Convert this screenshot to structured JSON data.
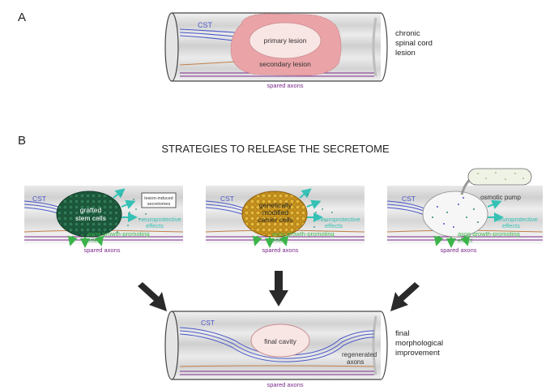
{
  "panel_a": {
    "letter": "A",
    "cst": "CST",
    "primary_lesion": "primary lesion",
    "secondary_lesion": "secondary lesion",
    "spared_axons": "spared axons",
    "side_label": [
      "chronic",
      "spinal cord",
      "lesion"
    ]
  },
  "panel_b": {
    "letter": "B",
    "title": "STRATEGIES TO RELEASE THE SECRETOME",
    "left": {
      "cst": "CST",
      "cells": [
        "grafted",
        "stem cells"
      ],
      "box_label": [
        "lesion-induced",
        "secretomes"
      ],
      "neuro": [
        "neuroprotective",
        "effects"
      ],
      "axon": [
        "axon growth-promoting",
        "effect"
      ],
      "spared": "spared axons"
    },
    "middle": {
      "cst": "CST",
      "cells": [
        "genetically",
        "modified",
        "carrier cells"
      ],
      "neuro": [
        "neuroprotective",
        "effects"
      ],
      "axon": [
        "axon growth-promoting",
        "effect"
      ],
      "spared": "spared axons"
    },
    "right": {
      "cst": "CST",
      "pump": "osmotic pump",
      "neuro": [
        "neuroprotective",
        "effects"
      ],
      "axon": [
        "axon growth-promoting",
        "effect"
      ],
      "spared": "spared axons"
    },
    "bottom": {
      "cst": "CST",
      "cavity": "final cavity",
      "regen": [
        "regenerated",
        "axons"
      ],
      "spared": "spared axons",
      "side_label": [
        "final",
        "morphological",
        "improvement"
      ]
    }
  },
  "colors": {
    "cst": "#4a58c8",
    "spared": "#7a2a8a",
    "lesion_outer": "#e8a0a4",
    "lesion_inner": "#f8e6e4",
    "stem_cells": "#1d5e40",
    "carrier_cells": "#d9a628",
    "neuro": "#35c1b5",
    "axon_effect": "#3cb44a",
    "cord_grey": "#d4d4d4"
  },
  "icons": [
    "arrow-down-right-icon",
    "arrow-down-icon",
    "arrow-down-left-icon"
  ]
}
